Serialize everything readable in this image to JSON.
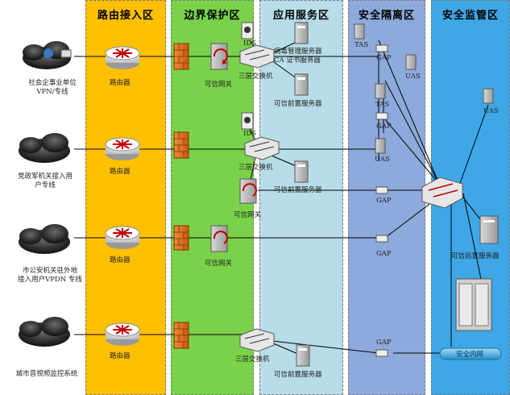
{
  "zones": {
    "routing": "路由接入区",
    "border": "边界保护区",
    "app": "应用服务区",
    "isolation": "安全隔离区",
    "monitor": "安全监管区"
  },
  "external": {
    "ext1": "社会企事业单位\nVPN/专线",
    "ext2": "党政军机关接入用\n户专线",
    "ext3": "市公安机关驻外地\n接入用户VPDN 专线",
    "ext4": "城市音视频监控系统"
  },
  "labels": {
    "router": "路由器",
    "gateway": "可信网关",
    "switch": "三层交换机",
    "ids": "IDS",
    "antivirus_server": "病毒管理服务器",
    "ca_server": "CA 证书服务器",
    "front_server": "可信前置服务器",
    "tas": "TAS",
    "uas": "UAS",
    "gap": "GAP",
    "back_server": "可信后置服务器",
    "security_intranet": "安全内网"
  },
  "colors": {
    "routing_zone": "#FFC000",
    "border_zone": "#7AD24A",
    "app_zone": "#B7DDE8",
    "isolation_zone": "#8EA9DB",
    "monitor_zone": "#3FA7E6"
  }
}
